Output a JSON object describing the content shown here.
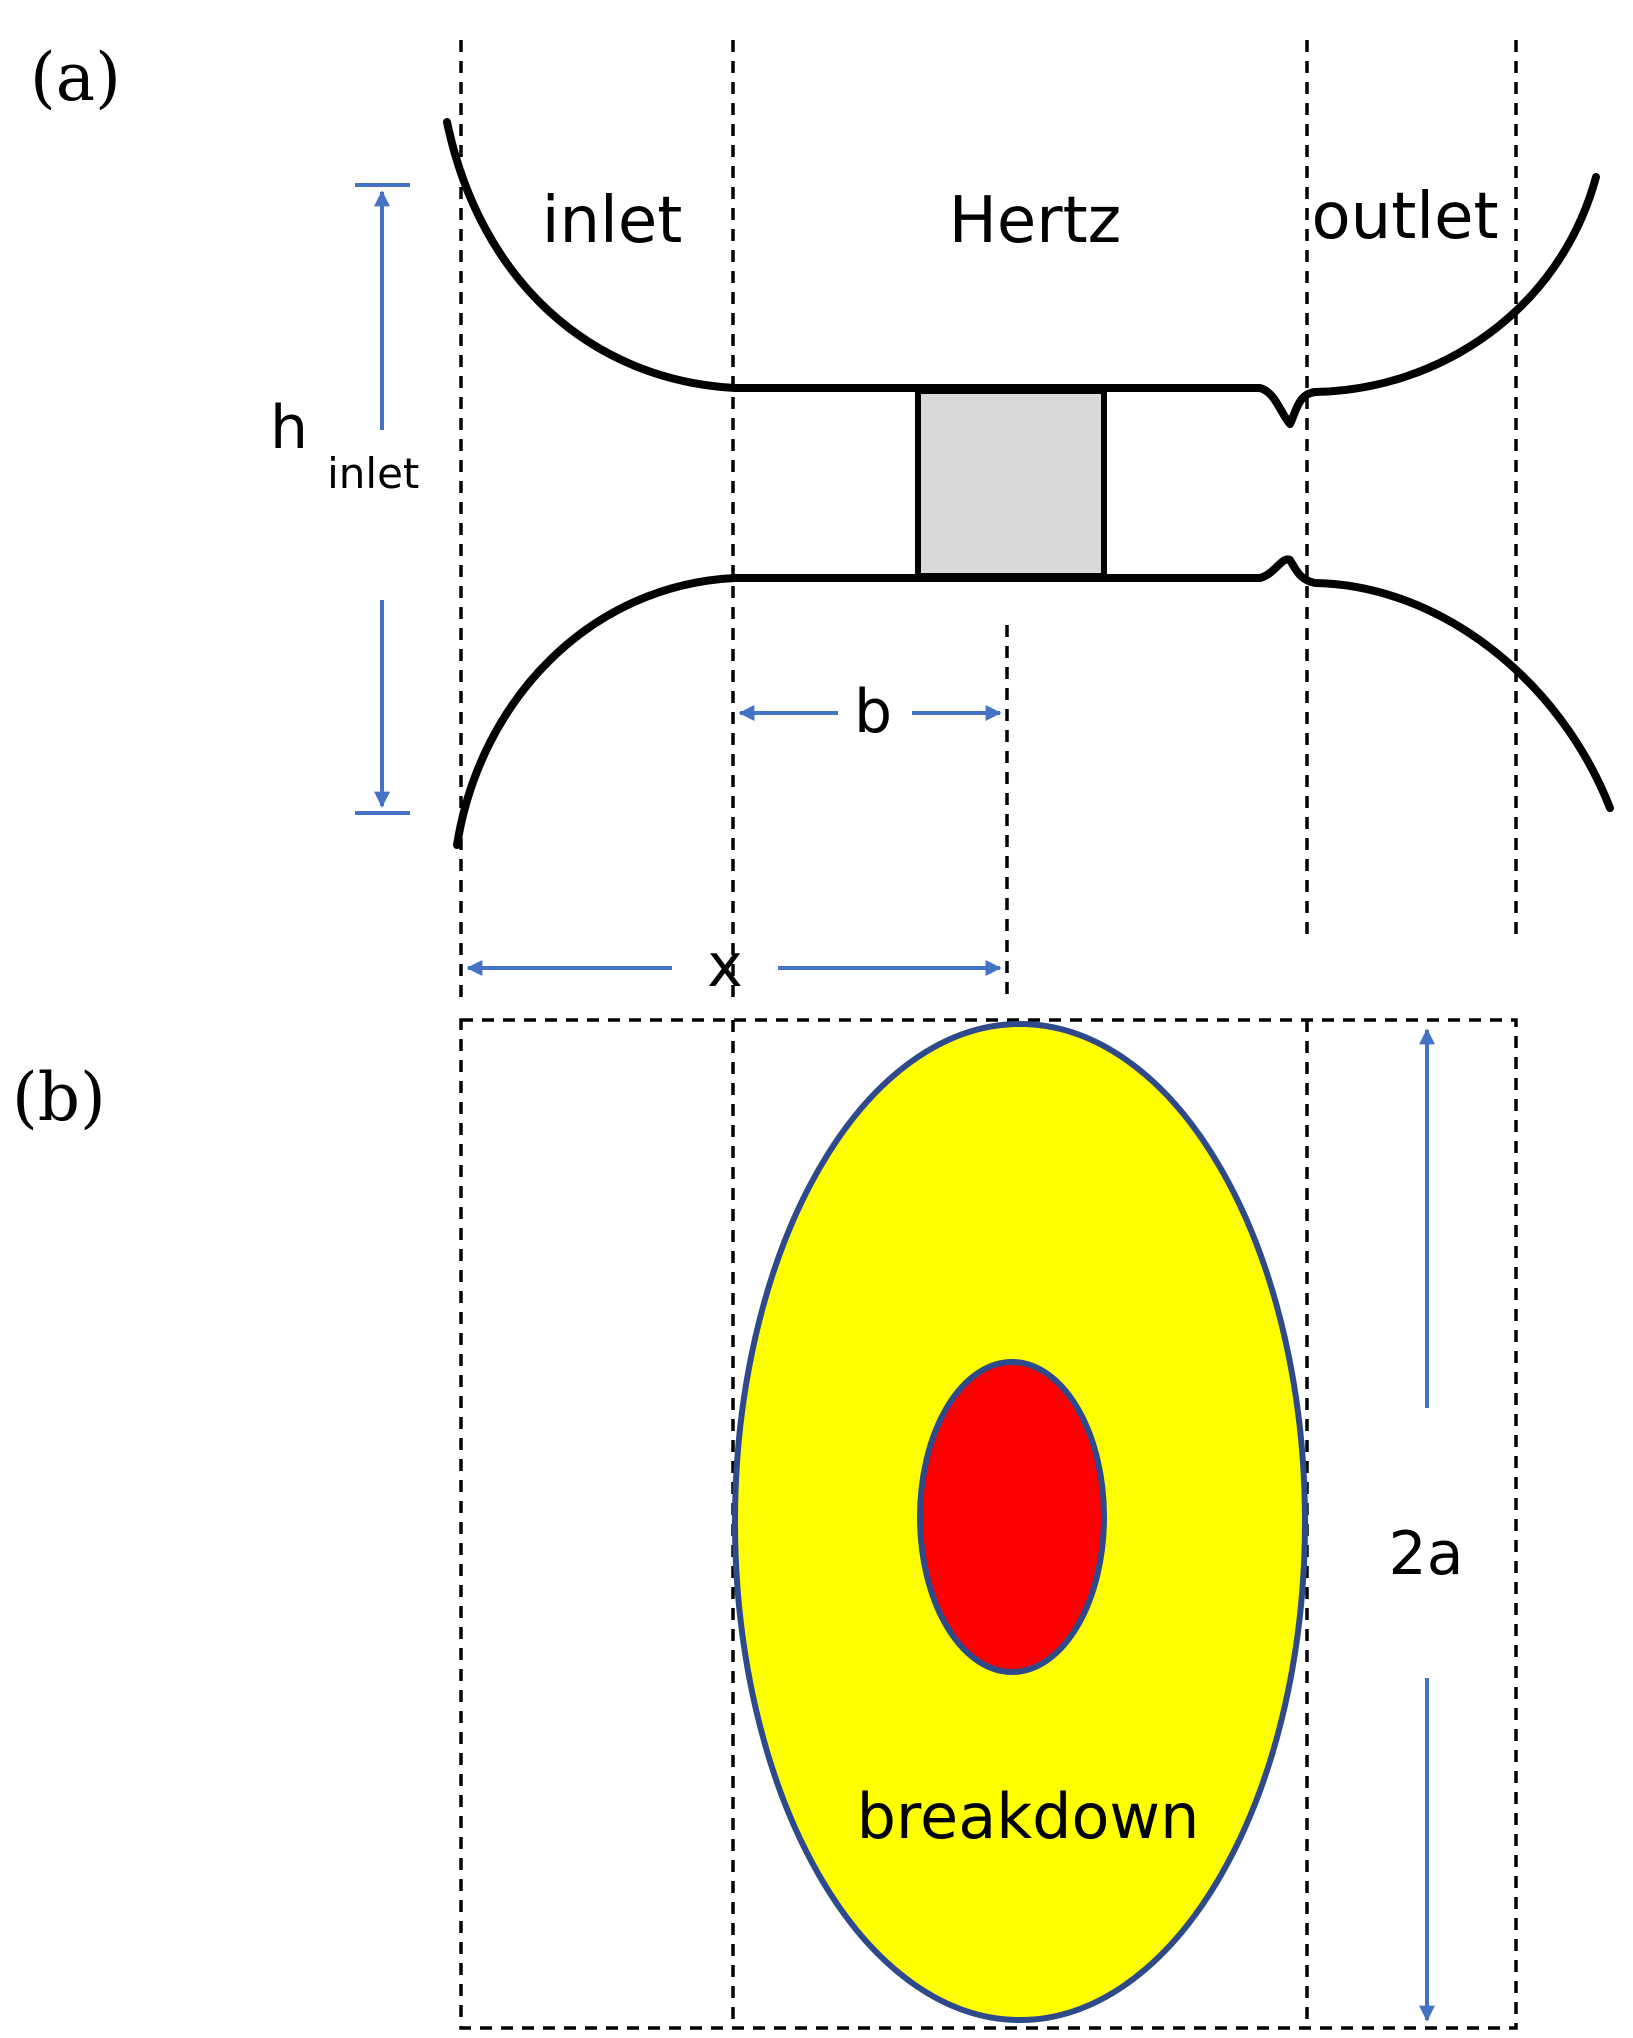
{
  "panel_a": {
    "label": "(a)",
    "regions": {
      "inlet": "inlet",
      "hertz": "Hertz",
      "outlet": "outlet"
    },
    "dimensions": {
      "h_main": "h",
      "h_sub": "inlet",
      "b": "b",
      "x": "x"
    }
  },
  "panel_b": {
    "label": "(b)",
    "breakdown": "breakdown",
    "two_a": "2a"
  },
  "colors": {
    "dimension_blue": "#4472C4",
    "ellipse_outline": "#2F4A8A",
    "outer_fill": "#FFFF00",
    "inner_fill": "#FF0000",
    "block_fill": "#D9D9D9"
  }
}
